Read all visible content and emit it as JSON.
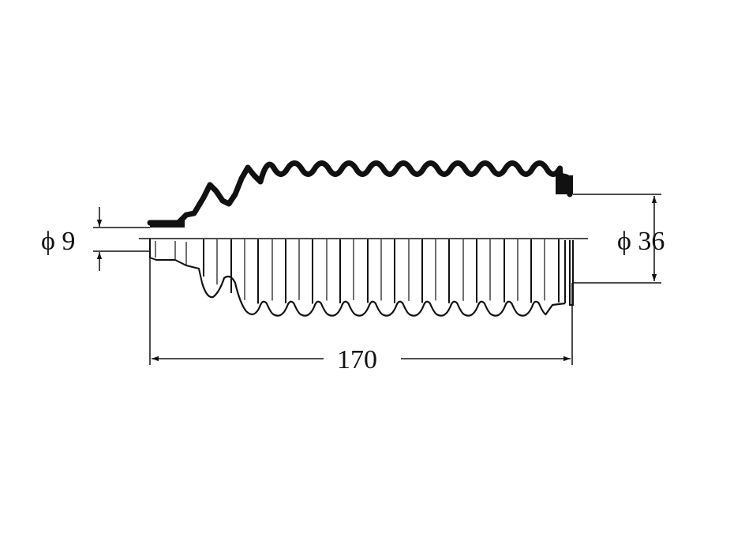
{
  "drawing": {
    "dimensions": {
      "small_diameter": "ϕ 9",
      "large_diameter": "ϕ 36",
      "overall_length": "170"
    },
    "colors": {
      "line": "#111111",
      "background": "#ffffff"
    }
  }
}
